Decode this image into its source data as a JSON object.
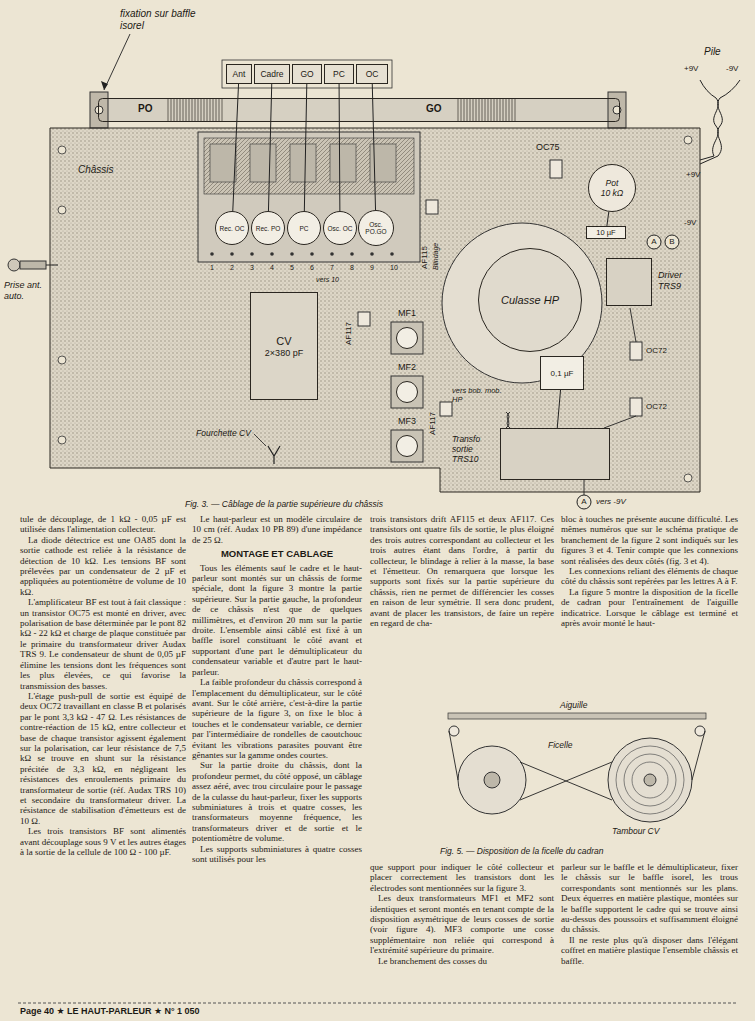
{
  "diagram": {
    "caption": "Fig. 3. — Câblage de la partie supérieure du châssis",
    "nodes": [
      {
        "text": [
          "Ant"
        ]
      },
      {
        "text": [
          "Cadre"
        ]
      },
      {
        "text": [
          "GO"
        ]
      },
      {
        "text": [
          "PC"
        ]
      },
      {
        "text": [
          "OC"
        ]
      },
      {
        "text": [
          "PO",
          "GO"
        ]
      },
      {
        "text": [
          "Châssis"
        ]
      },
      {
        "text": [
          "Rec. OC"
        ],
        "in": 6
      },
      {
        "text": [
          "Rec. PO"
        ],
        "in": 6
      },
      {
        "text": [
          "PC"
        ],
        "in": 6
      },
      {
        "text": [
          "Osc. OC"
        ],
        "in": 6
      },
      {
        "text": [
          "Osc. PO.GO"
        ],
        "in": 6
      },
      {
        "text": [
          "Pot",
          "10 kΩ"
        ],
        "in": 6
      },
      {
        "text": [
          "10 µF"
        ],
        "in": 6
      },
      {
        "text": [
          "Driver TRS9"
        ],
        "in": 6
      },
      {
        "text": [
          "MF1"
        ],
        "in": 6
      },
      {
        "text": [
          "CV",
          "2×380 pF"
        ],
        "in": 6
      },
      {
        "text": [
          "Culasse HP"
        ],
        "in": 6
      },
      {
        "text": [
          "MF2"
        ],
        "in": 6
      },
      {
        "text": [
          "0,1 µF"
        ],
        "in": 6
      },
      {
        "text": [
          "MF3"
        ],
        "in": 6
      },
      {
        "text": [
          "Transfo sortie TRS10"
        ],
        "in": 6
      }
    ],
    "edges": [
      {
        "from": 0,
        "to": 7,
        "arrow": "none"
      },
      {
        "from": 1,
        "to": 8,
        "arrow": "none"
      },
      {
        "from": 2,
        "to": 9,
        "arrow": "none"
      },
      {
        "from": 3,
        "to": 10,
        "arrow": "none"
      },
      {
        "from": 4,
        "to": 11,
        "arrow": "none"
      },
      {
        "from": 12,
        "to": 13,
        "arrow": "none"
      },
      {
        "from": 19,
        "to": 21,
        "arrow": "none"
      }
    ],
    "labels": [
      "fixation sur baffle isorel",
      "Pile",
      "+9V",
      "-9V",
      "Prise ant. auto.",
      "OC75",
      "AF115",
      "Blindage",
      "1",
      "2",
      "3",
      "4",
      "5",
      "6",
      "7",
      "8",
      "9",
      "10",
      "vers 10",
      "AF117",
      "+9V",
      "-9V",
      "A",
      "B",
      "OC72",
      "OC72",
      "vers bob. mob. HP",
      "AF117",
      "Fourchette CV",
      "A",
      "vers -9V",
      "Aiguille",
      "Ficelle",
      "Tambour CV",
      "Fig. 5. — Disposition de la ficelle du cadran",
      "tule de découplage, de 1 kΩ - 0,05 µF est utilisée dans l'alimentation collecteur.",
      "La diode détectrice est une OA85 dont la sortie cathode est reliée à la résistance de détection de 10 kΩ. Les tensions BF sont prélevées par un condensateur de 2 µF et appliquées au potentiomètre de volume de 10 kΩ.",
      "L'amplificateur BF est tout à fait classique : un transistor OC75 est monté en driver, avec polarisation de base déterminée par le pont 82 kΩ - 22 kΩ et charge de plaque constituée par le primaire du transformateur driver Audax TRS 9. Le condensateur de shunt de 0,05 µF élimine les tensions dont les fréquences sont les plus élevées, ce qui favorise la transmission des basses.",
      "L'étage push-pull de sortie est équipé de deux OC72 travaillant en classe B et polarisés par le pont 3,3 kΩ - 47 Ω. Les résistances de contre-réaction de 15 kΩ, entre collecteur et base de chaque transistor agissent également sur la polarisation, car leur résistance de 7,5 kΩ se trouve en shunt sur la résistance précitée de 3,3 kΩ, en négligeant les résistances des enroulements primaire du transformateur de sortie (réf. Audax TRS 10) et secondaire du transformateur driver. La résistance de stabilisation d'émetteurs est de 10 Ω.",
      "Les trois transistors BF sont alimentés avant découplage sous 9 V et les autres étages à la sortie de la cellule de 100 Ω - 100 µF.",
      "Le haut-parleur est un modèle circulaire de 10 cm (réf. Audax 10 PB 89) d'une impédance de 25 Ω.",
      "MONTAGE ET CABLAGE",
      "Tous les éléments sauf le cadre et le haut-parleur sont montés sur un châssis de forme spéciale, dont la figure 3 montre la partie supérieure. Sur la partie gauche, la profondeur de ce châssis n'est que de quelques millimètres, et d'environ 20 mm sur la partie droite. L'ensemble ainsi câblé est fixé à un baffle isorel constituant le côté avant et supportant d'une part le démultiplicateur du condensateur variable et d'autre part le haut-parleur.",
      "La faible profondeur du châssis correspond à l'emplacement du démultiplicateur, sur le côté avant. Sur le côté arrière, c'est-à-dire la partie supérieure de la figure 3, on fixe le bloc à touches et le condensateur variable, ce dernier par l'intermédiaire de rondelles de caoutchouc évitant les vibrations parasites pouvant être gênantes sur la gamme ondes courtes.",
      "Sur la partie droite du châssis, dont la profondeur permet, du côté opposé, un câblage assez aéré, avec trou circulaire pour le passage de la culasse du haut-parleur, fixer les supports subminiatures à trois et quatre cosses, les transformateurs moyenne fréquence, les transformateurs driver et de sortie et le potentiomètre de volume.",
      "Les supports subminiatures à quatre cosses sont utilisés pour les",
      "trois transistors drift AF115 et deux AF117. Ces transistors ont quatre fils de sortie, le plus éloigné des trois autres correspondant au collecteur et les trois autres étant dans l'ordre, à partir du collecteur, le blindage à relier à la masse, la base et l'émetteur. On remarquera que lorsque les supports sont fixés sur la partie supérieure du châssis, rien ne permet de différencier les cosses en raison de leur symétrie. Il sera donc prudent, avant de placer les transistors, de faire un repère en regard de cha-",
      "que support pour indiquer le côté collecteur et placer correctement les transistors dont les électrodes sont mentionnées sur la figure 3.",
      "Les deux transformateurs MF1 et MF2 sont identiques et seront montés en tenant compte de la disposition asymétrique de leurs cosses de sortie (voir figure 4). MF3 comporte une cosse supplémentaire non reliée qui correspond à l'extrémité supérieure du primaire.",
      "Le branchement des cosses du",
      "bloc à touches ne présente aucune difficulté. Les mêmes numéros que sur le schéma pratique de branchement de la figure 2 sont indiqués sur les figures 3 et 4. Tenir compte que les connexions sont réalisées des deux côtés (fig. 3 et 4).",
      "Les connexions reliant des éléments de chaque côté du châssis sont repérées par les lettres A à F.",
      "La figure 5 montre la disposition de la ficelle de cadran pour l'entraînement de l'aiguille indicatrice. Lorsque le câblage est terminé et après avoir monté le haut-",
      "parleur sur le baffle et le démultiplicateur, fixer le châssis sur le baffle isorel, les trous correspondants sont mentionnés sur les plans. Deux équerres en matière plastique, montées sur le baffle supportent le cadre qui se trouve ainsi au-dessus des poussoirs et suffisamment éloigné du châssis.",
      "Il ne reste plus qu'à disposer dans l'élégant coffret en matière plastique l'ensemble châssis et baffle.",
      "Page 40 ★ LE HAUT-PARLEUR ★ N° 1 050"
    ]
  }
}
